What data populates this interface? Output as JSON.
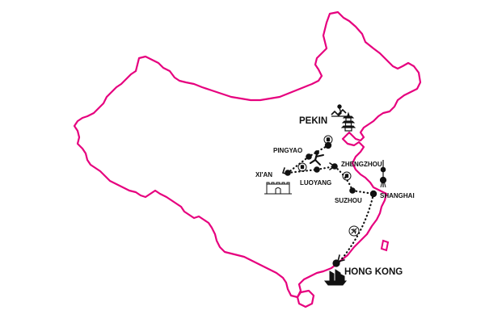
{
  "map": {
    "border_color": "#e6007e",
    "route_color": "#111111",
    "stop_color": "#111111"
  },
  "cities": {
    "pekin": "PEKIN",
    "pingyao": "PINGYAO",
    "xian": "XI'AN",
    "luoyang": "LUOYANG",
    "zhengzhou": "ZHENGZHOU",
    "suzhou": "SUZHOU",
    "shanghai": "SHANGHAI",
    "hongkong": "HONG KONG"
  },
  "icons": {
    "pekin": "great-wall-figure-icon",
    "pagoda": "pagoda-icon",
    "train": "train-icon",
    "warrior": "kungfu-warrior-icon",
    "city_wall": "city-wall-gate-icon",
    "tower": "oriental-pearl-tower-icon",
    "plane": "airplane-icon",
    "junk": "junk-boat-icon"
  }
}
